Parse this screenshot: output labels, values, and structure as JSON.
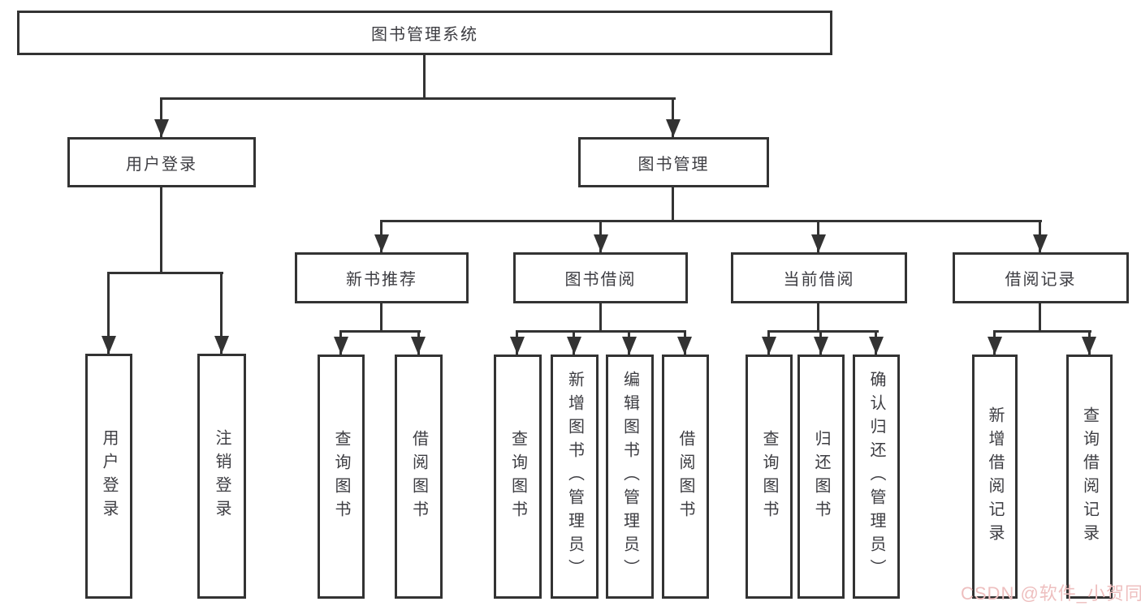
{
  "diagram_type": "hierarchy-tree",
  "tree": {
    "label": "图书管理系统",
    "children": [
      {
        "label": "用户登录",
        "children": [
          {
            "label": "用户登录"
          },
          {
            "label": "注销登录"
          }
        ]
      },
      {
        "label": "图书管理",
        "children": [
          {
            "label": "新书推荐",
            "children": [
              {
                "label": "查询图书"
              },
              {
                "label": "借阅图书"
              }
            ]
          },
          {
            "label": "图书借阅",
            "children": [
              {
                "label": "查询图书"
              },
              {
                "label": "新增图书（管理员）"
              },
              {
                "label": "编辑图书（管理员）"
              },
              {
                "label": "借阅图书"
              }
            ]
          },
          {
            "label": "当前借阅",
            "children": [
              {
                "label": "查询图书"
              },
              {
                "label": "归还图书"
              },
              {
                "label": "确认归还（管理员）"
              }
            ]
          },
          {
            "label": "借阅记录",
            "children": [
              {
                "label": "新增借阅记录"
              },
              {
                "label": "查询借阅记录"
              }
            ]
          }
        ]
      }
    ]
  },
  "watermark": "CSDN @软件_小贺同学",
  "colors": {
    "line": "#333333",
    "box_border": "#333333",
    "text": "#3d3d42",
    "watermark": "#eebfbf",
    "background": "#ffffff"
  }
}
